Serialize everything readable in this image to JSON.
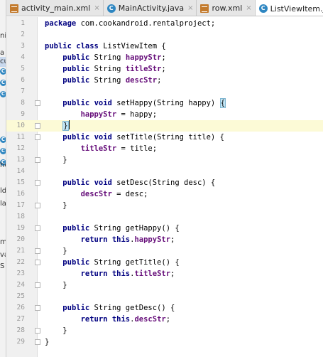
{
  "side_panel": {
    "fragments": [
      {
        "text": "ni",
        "icon": false
      },
      {
        "text": "a",
        "icon": false
      },
      {
        "text": "cu",
        "icon": false
      },
      {
        "text": "C",
        "icon": true
      },
      {
        "text": "C",
        "icon": true
      },
      {
        "text": "C",
        "icon": true
      },
      {
        "text": "C",
        "icon": true
      },
      {
        "text": "C",
        "icon": true
      },
      {
        "text": "C",
        "icon": true
      },
      {
        "text": "he",
        "icon": false
      },
      {
        "text": "ld",
        "icon": false
      },
      {
        "text": "la",
        "icon": false
      },
      {
        "text": "m",
        "icon": false
      },
      {
        "text": "va",
        "icon": false
      },
      {
        "text": "S",
        "icon": false
      }
    ]
  },
  "tabs": [
    {
      "label": "activity_main.xml",
      "icon": "xml-file-icon",
      "active": false
    },
    {
      "label": "MainActivity.java",
      "icon": "java-class-icon",
      "active": false
    },
    {
      "label": "row.xml",
      "icon": "xml-file-icon",
      "active": false
    },
    {
      "label": "ListViewItem.java",
      "icon": "java-class-icon",
      "active": true
    }
  ],
  "tab_close_glyph": "×",
  "editor": {
    "current_line": 10,
    "lines": [
      {
        "n": "1",
        "tokens": [
          {
            "t": "package",
            "c": "kw"
          },
          {
            "t": " com.cookandroid.rentalproject;",
            "c": ""
          }
        ]
      },
      {
        "n": "2",
        "tokens": []
      },
      {
        "n": "3",
        "tokens": [
          {
            "t": "public",
            "c": "kw"
          },
          {
            "t": " ",
            "c": ""
          },
          {
            "t": "class",
            "c": "kw"
          },
          {
            "t": " ListViewItem {",
            "c": ""
          }
        ]
      },
      {
        "n": "4",
        "tokens": [
          {
            "t": "    ",
            "c": ""
          },
          {
            "t": "public",
            "c": "kw"
          },
          {
            "t": " String ",
            "c": ""
          },
          {
            "t": "happyStr",
            "c": "fld"
          },
          {
            "t": ";",
            "c": ""
          }
        ]
      },
      {
        "n": "5",
        "tokens": [
          {
            "t": "    ",
            "c": ""
          },
          {
            "t": "public",
            "c": "kw"
          },
          {
            "t": " String ",
            "c": ""
          },
          {
            "t": "titleStr",
            "c": "fld"
          },
          {
            "t": ";",
            "c": ""
          }
        ]
      },
      {
        "n": "6",
        "tokens": [
          {
            "t": "    ",
            "c": ""
          },
          {
            "t": "public",
            "c": "kw"
          },
          {
            "t": " String ",
            "c": ""
          },
          {
            "t": "descStr",
            "c": "fld"
          },
          {
            "t": ";",
            "c": ""
          }
        ]
      },
      {
        "n": "7",
        "tokens": []
      },
      {
        "n": "8",
        "fold": true,
        "tokens": [
          {
            "t": "    ",
            "c": ""
          },
          {
            "t": "public",
            "c": "kw"
          },
          {
            "t": " ",
            "c": ""
          },
          {
            "t": "void",
            "c": "kw"
          },
          {
            "t": " setHappy(String happy) ",
            "c": ""
          },
          {
            "t": "{",
            "c": "br"
          }
        ]
      },
      {
        "n": "9",
        "tokens": [
          {
            "t": "        ",
            "c": ""
          },
          {
            "t": "happyStr",
            "c": "fld"
          },
          {
            "t": " = happy;",
            "c": ""
          }
        ]
      },
      {
        "n": "10",
        "fold": true,
        "tokens": [
          {
            "t": "    ",
            "c": ""
          },
          {
            "t": "}",
            "c": "br"
          },
          {
            "t": "",
            "c": "caret"
          }
        ]
      },
      {
        "n": "11",
        "fold": true,
        "tokens": [
          {
            "t": "    ",
            "c": ""
          },
          {
            "t": "public",
            "c": "kw"
          },
          {
            "t": " ",
            "c": ""
          },
          {
            "t": "void",
            "c": "kw"
          },
          {
            "t": " setTitle(String title) {",
            "c": ""
          }
        ]
      },
      {
        "n": "12",
        "tokens": [
          {
            "t": "        ",
            "c": ""
          },
          {
            "t": "titleStr",
            "c": "fld"
          },
          {
            "t": " = title;",
            "c": ""
          }
        ]
      },
      {
        "n": "13",
        "fold": true,
        "tokens": [
          {
            "t": "    }",
            "c": ""
          }
        ]
      },
      {
        "n": "14",
        "tokens": []
      },
      {
        "n": "15",
        "fold": true,
        "tokens": [
          {
            "t": "    ",
            "c": ""
          },
          {
            "t": "public",
            "c": "kw"
          },
          {
            "t": " ",
            "c": ""
          },
          {
            "t": "void",
            "c": "kw"
          },
          {
            "t": " setDesc(String desc) {",
            "c": ""
          }
        ]
      },
      {
        "n": "16",
        "tokens": [
          {
            "t": "        ",
            "c": ""
          },
          {
            "t": "descStr",
            "c": "fld"
          },
          {
            "t": " = desc;",
            "c": ""
          }
        ]
      },
      {
        "n": "17",
        "fold": true,
        "tokens": [
          {
            "t": "    }",
            "c": ""
          }
        ]
      },
      {
        "n": "18",
        "tokens": []
      },
      {
        "n": "19",
        "fold": true,
        "tokens": [
          {
            "t": "    ",
            "c": ""
          },
          {
            "t": "public",
            "c": "kw"
          },
          {
            "t": " String getHappy() {",
            "c": ""
          }
        ]
      },
      {
        "n": "20",
        "tokens": [
          {
            "t": "        ",
            "c": ""
          },
          {
            "t": "return",
            "c": "kw"
          },
          {
            "t": " ",
            "c": ""
          },
          {
            "t": "this",
            "c": "kw"
          },
          {
            "t": ".",
            "c": ""
          },
          {
            "t": "happyStr",
            "c": "fld"
          },
          {
            "t": ";",
            "c": ""
          }
        ]
      },
      {
        "n": "21",
        "fold": true,
        "tokens": [
          {
            "t": "    }",
            "c": ""
          }
        ]
      },
      {
        "n": "22",
        "fold": true,
        "tokens": [
          {
            "t": "    ",
            "c": ""
          },
          {
            "t": "public",
            "c": "kw"
          },
          {
            "t": " String getTitle() {",
            "c": ""
          }
        ]
      },
      {
        "n": "23",
        "tokens": [
          {
            "t": "        ",
            "c": ""
          },
          {
            "t": "return",
            "c": "kw"
          },
          {
            "t": " ",
            "c": ""
          },
          {
            "t": "this",
            "c": "kw"
          },
          {
            "t": ".",
            "c": ""
          },
          {
            "t": "titleStr",
            "c": "fld"
          },
          {
            "t": ";",
            "c": ""
          }
        ]
      },
      {
        "n": "24",
        "fold": true,
        "tokens": [
          {
            "t": "    }",
            "c": ""
          }
        ]
      },
      {
        "n": "25",
        "tokens": []
      },
      {
        "n": "26",
        "fold": true,
        "tokens": [
          {
            "t": "    ",
            "c": ""
          },
          {
            "t": "public",
            "c": "kw"
          },
          {
            "t": " String getDesc() {",
            "c": ""
          }
        ]
      },
      {
        "n": "27",
        "tokens": [
          {
            "t": "        ",
            "c": ""
          },
          {
            "t": "return",
            "c": "kw"
          },
          {
            "t": " ",
            "c": ""
          },
          {
            "t": "this",
            "c": "kw"
          },
          {
            "t": ".",
            "c": ""
          },
          {
            "t": "descStr",
            "c": "fld"
          },
          {
            "t": ";",
            "c": ""
          }
        ]
      },
      {
        "n": "28",
        "fold": true,
        "tokens": [
          {
            "t": "    }",
            "c": ""
          }
        ]
      },
      {
        "n": "29",
        "fold": true,
        "tokens": [
          {
            "t": "}",
            "c": ""
          }
        ]
      }
    ]
  },
  "colors": {
    "keyword": "#000080",
    "field": "#660e7a",
    "current_line": "#fcfad6",
    "brace_highlight": "#c2e6f6"
  }
}
